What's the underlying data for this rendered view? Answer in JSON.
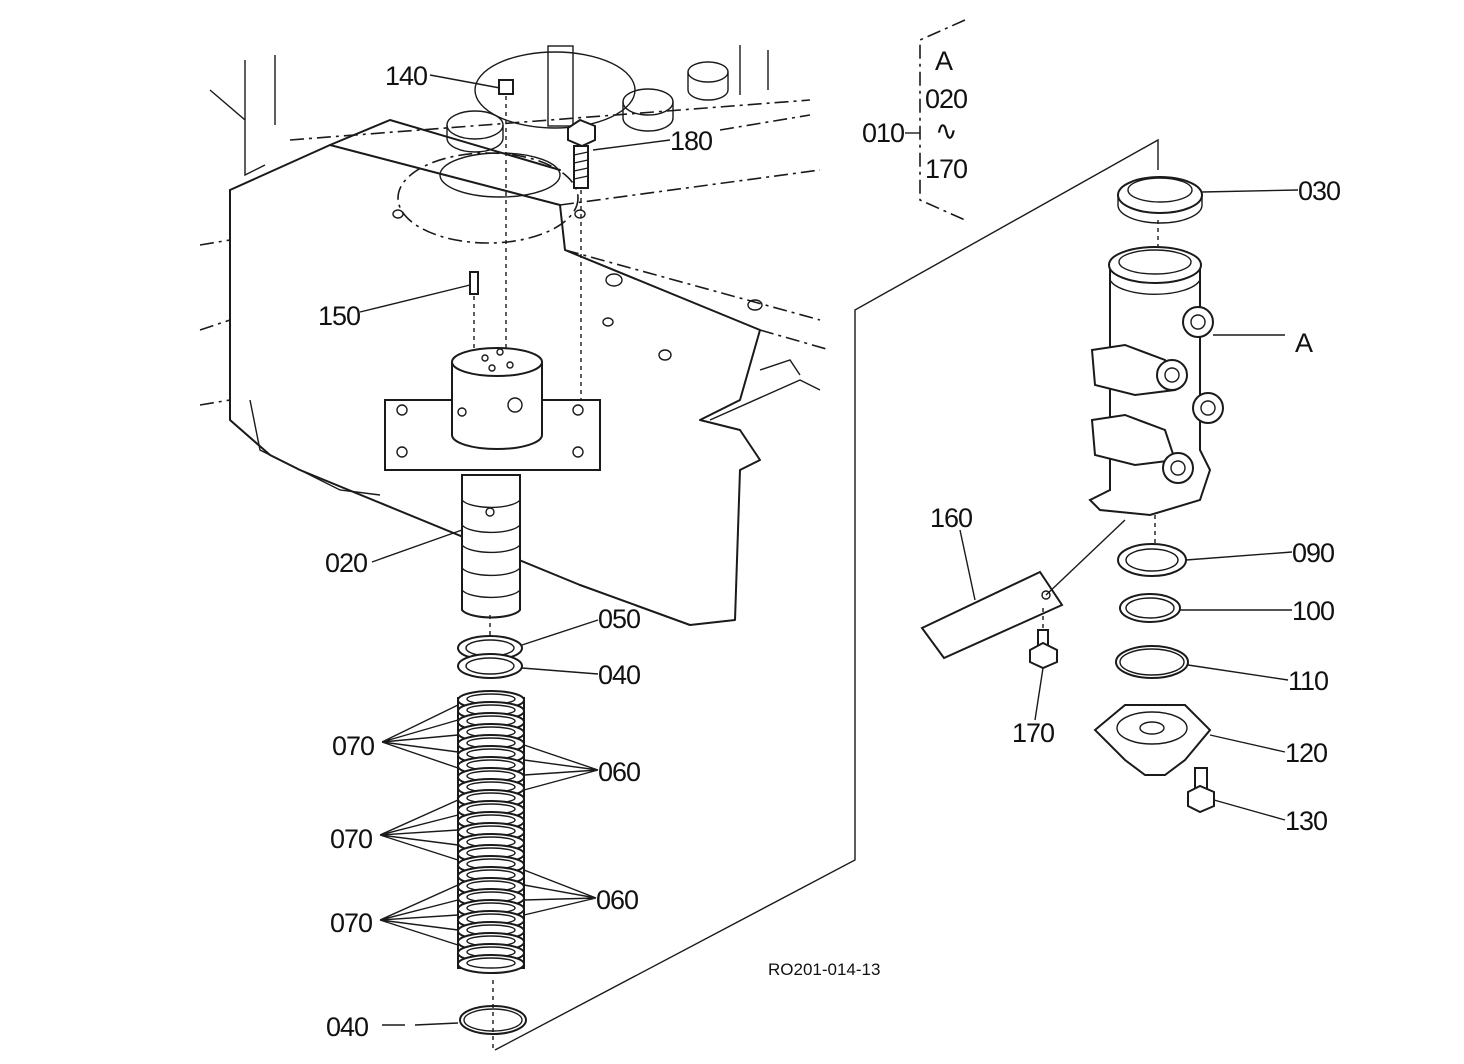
{
  "callouts": {
    "c010": "010",
    "c020_group_a": "A",
    "c020_group_from": "020",
    "c020_group_tilde": "∿",
    "c020_group_to": "170",
    "c030": "030",
    "c_a": "A",
    "c140": "140",
    "c180": "180",
    "c150": "150",
    "c020": "020",
    "c050": "050",
    "c040_top": "040",
    "c070_1": "070",
    "c060_1": "060",
    "c070_2": "070",
    "c070_3": "070",
    "c060_2": "060",
    "c040_bottom": "040",
    "c160": "160",
    "c170": "170",
    "c090": "090",
    "c100": "100",
    "c110": "110",
    "c120": "120",
    "c130": "130"
  },
  "reference_code": "RO201-014-13"
}
